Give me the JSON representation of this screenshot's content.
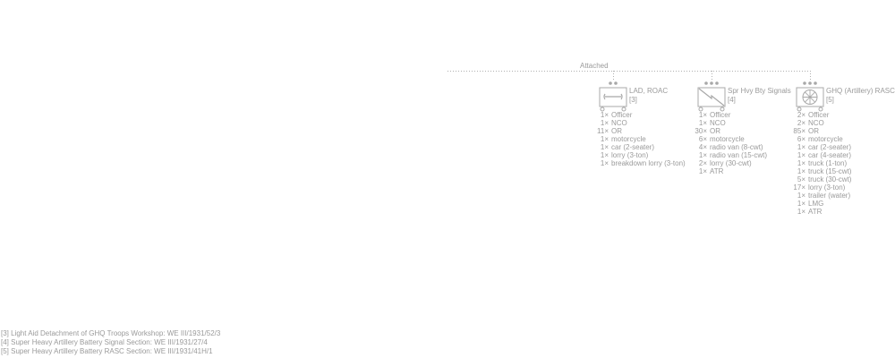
{
  "attached_label": "Attached",
  "units": [
    {
      "name": "LAD, ROAC",
      "ref": "[3]",
      "symbol": "wrench-icon",
      "dots": 2,
      "equipment": [
        {
          "qty": "1×",
          "item": "Officer"
        },
        {
          "qty": "1×",
          "item": "NCO"
        },
        {
          "qty": "11×",
          "item": "OR"
        },
        {
          "qty": "1×",
          "item": "motorcycle"
        },
        {
          "qty": "1×",
          "item": "car (2-seater)"
        },
        {
          "qty": "1×",
          "item": "lorry (3-ton)"
        },
        {
          "qty": "1×",
          "item": "breakdown lorry (3-ton)"
        }
      ]
    },
    {
      "name": "Spr Hvy Bty Signals",
      "ref": "[4]",
      "symbol": "signals-icon",
      "dots": 3,
      "equipment": [
        {
          "qty": "1×",
          "item": "Officer"
        },
        {
          "qty": "1×",
          "item": "NCO"
        },
        {
          "qty": "30×",
          "item": "OR"
        },
        {
          "qty": "6×",
          "item": "motorcycle"
        },
        {
          "qty": "4×",
          "item": "radio van (8-cwt)"
        },
        {
          "qty": "1×",
          "item": "radio van (15-cwt)"
        },
        {
          "qty": "2×",
          "item": "lorry (30-cwt)"
        },
        {
          "qty": "1×",
          "item": "ATR"
        }
      ]
    },
    {
      "name": "GHQ (Artillery) RASC",
      "ref": "[5]",
      "symbol": "supply-wheel-icon",
      "dots": 3,
      "equipment": [
        {
          "qty": "2×",
          "item": "Officer"
        },
        {
          "qty": "2×",
          "item": "NCO"
        },
        {
          "qty": "85×",
          "item": "OR"
        },
        {
          "qty": "6×",
          "item": "motorcycle"
        },
        {
          "qty": "1×",
          "item": "car (2-seater)"
        },
        {
          "qty": "1×",
          "item": "car (4-seater)"
        },
        {
          "qty": "1×",
          "item": "truck (1-ton)"
        },
        {
          "qty": "1×",
          "item": "truck (15-cwt)"
        },
        {
          "qty": "5×",
          "item": "truck (30-cwt)"
        },
        {
          "qty": "17×",
          "item": "lorry (3-ton)"
        },
        {
          "qty": "1×",
          "item": "trailer (water)"
        },
        {
          "qty": "1×",
          "item": "LMG"
        },
        {
          "qty": "1×",
          "item": "ATR"
        }
      ]
    }
  ],
  "footnotes": [
    "[3] Light Aid Detachment of GHQ Troops Workshop: WE III/1931/52/3",
    "[4] Super Heavy Artillery Battery Signal Section: WE III/1931/27/4",
    "[5] Super Heavy Artillery Battery RASC Section: WE III/1931/41H/1"
  ],
  "colors": {
    "line": "#b0b0b0",
    "text": "#9a9a9a"
  }
}
